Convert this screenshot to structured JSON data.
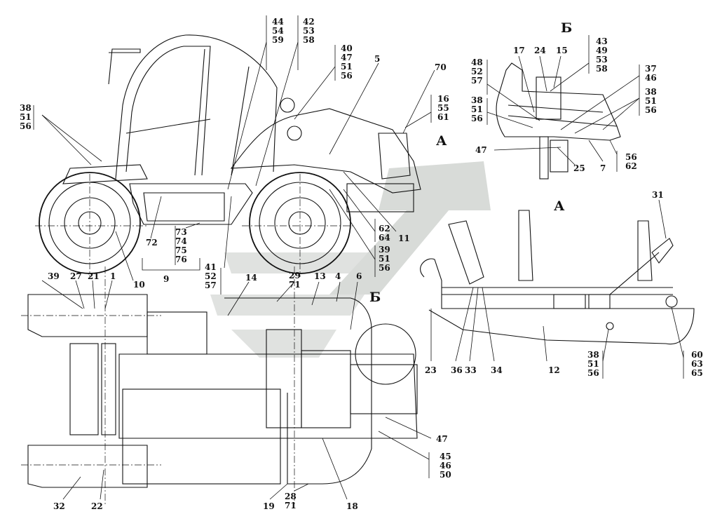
{
  "section_titles": [
    "Б",
    "А",
    "А",
    "Б"
  ],
  "main_view": {
    "callouts": {
      "c_38_51_56": [
        "38",
        "51",
        "56"
      ],
      "c_44_54_59": [
        "44",
        "54",
        "59"
      ],
      "c_42_53_58": [
        "42",
        "53",
        "58"
      ],
      "c_40_47_51_56": [
        "40",
        "47",
        "51",
        "56"
      ],
      "c_5": [
        "5"
      ],
      "c_70": [
        "70"
      ],
      "c_16_55_61": [
        "16",
        "55",
        "61"
      ],
      "c_72": [
        "72"
      ],
      "c_73_76": [
        "73",
        "74",
        "75",
        "76"
      ],
      "c_10": [
        "10"
      ],
      "c_9": [
        "9"
      ],
      "c_41_52_57": [
        "41",
        "52",
        "57"
      ],
      "c_62_64": [
        "62",
        "64"
      ],
      "c_11": [
        "11"
      ],
      "c_39_51_56": [
        "39",
        "51",
        "56"
      ]
    }
  },
  "view_b": {
    "callouts": {
      "c_17": [
        "17"
      ],
      "c_24": [
        "24"
      ],
      "c_15": [
        "15"
      ],
      "c_43_49_53_58": [
        "43",
        "49",
        "53",
        "58"
      ],
      "c_48_52_57": [
        "48",
        "52",
        "57"
      ],
      "c_37_46": [
        "37",
        "46"
      ],
      "c_38_51_56_l": [
        "38",
        "51",
        "56"
      ],
      "c_38_51_56_r": [
        "38",
        "51",
        "56"
      ],
      "c_47": [
        "47"
      ],
      "c_25": [
        "25"
      ],
      "c_7": [
        "7"
      ],
      "c_56_62": [
        "56",
        "62"
      ]
    }
  },
  "view_a": {
    "callouts": {
      "c_31": [
        "31"
      ],
      "c_23": [
        "23"
      ],
      "c_36": [
        "36"
      ],
      "c_33": [
        "33"
      ],
      "c_34": [
        "34"
      ],
      "c_12": [
        "12"
      ],
      "c_38_51_56": [
        "38",
        "51",
        "56"
      ],
      "c_60_63_65": [
        "60",
        "63",
        "65"
      ]
    }
  },
  "plan_view": {
    "callouts": {
      "c_39": [
        "39"
      ],
      "c_27": [
        "27"
      ],
      "c_21": [
        "21"
      ],
      "c_1": [
        "1"
      ],
      "c_14": [
        "14"
      ],
      "c_29_71": [
        "29",
        "71"
      ],
      "c_13": [
        "13"
      ],
      "c_4": [
        "4"
      ],
      "c_6": [
        "6"
      ],
      "c_47": [
        "47"
      ],
      "c_45_46_50": [
        "45",
        "46",
        "50"
      ],
      "c_32": [
        "32"
      ],
      "c_22": [
        "22"
      ],
      "c_19": [
        "19"
      ],
      "c_28_71": [
        "28",
        "71"
      ],
      "c_18": [
        "18"
      ]
    }
  }
}
